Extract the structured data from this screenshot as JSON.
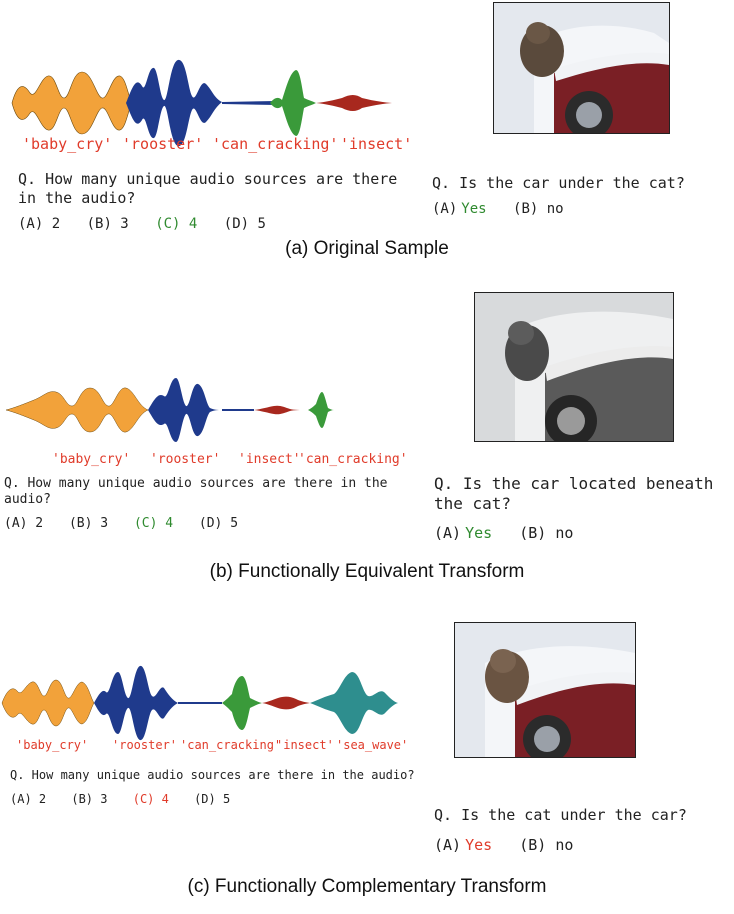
{
  "colors": {
    "baby_cry": "#f2a23a",
    "rooster": "#1f3a8c",
    "can_cracking": "#3a9a3a",
    "insect": "#a8281e",
    "sea_wave": "#2e8e8e",
    "correct_green": "#2f8a2f",
    "wrong_red": "#e03b2a"
  },
  "panels": [
    {
      "caption": "(a) Original Sample",
      "audio_labels": [
        "'baby_cry'",
        "'rooster'",
        "'can_cracking'",
        "'insect'"
      ],
      "audio_question": "Q. How many unique audio sources are there in the audio?",
      "audio_options": [
        "(A) 2",
        "(B) 3",
        "(C) 4",
        "(D) 5"
      ],
      "audio_answer_index": 2,
      "image_question": "Q. Is the car under the cat?",
      "image_options": [
        "(A)",
        "Yes",
        "(B) no"
      ]
    },
    {
      "caption": "(b) Functionally Equivalent Transform",
      "audio_labels": [
        "'baby_cry'",
        "'rooster'",
        "'insect'",
        "'can_cracking'"
      ],
      "audio_question": "Q. How many unique audio sources are there in the audio?",
      "audio_options": [
        "(A) 2",
        "(B) 3",
        "(C) 4",
        "(D) 5"
      ],
      "audio_answer_index": 2,
      "image_question": "Q. Is the car located beneath the cat?",
      "image_options": [
        "(A)",
        "Yes",
        "(B) no"
      ]
    },
    {
      "caption": "(c) Functionally Complementary Transform",
      "audio_labels": [
        "'baby_cry'",
        "'rooster'",
        "'can_cracking'",
        "'insect'",
        "'sea_wave'"
      ],
      "audio_question": "Q. How many unique audio sources are there in the audio?",
      "audio_options": [
        "(A) 2",
        "(B) 3",
        "(C) 4",
        "(D) 5"
      ],
      "audio_answer_index": 2,
      "image_question": "Q. Is the cat under the car?",
      "image_options": [
        "(A)",
        "Yes",
        "(B) no"
      ]
    }
  ]
}
